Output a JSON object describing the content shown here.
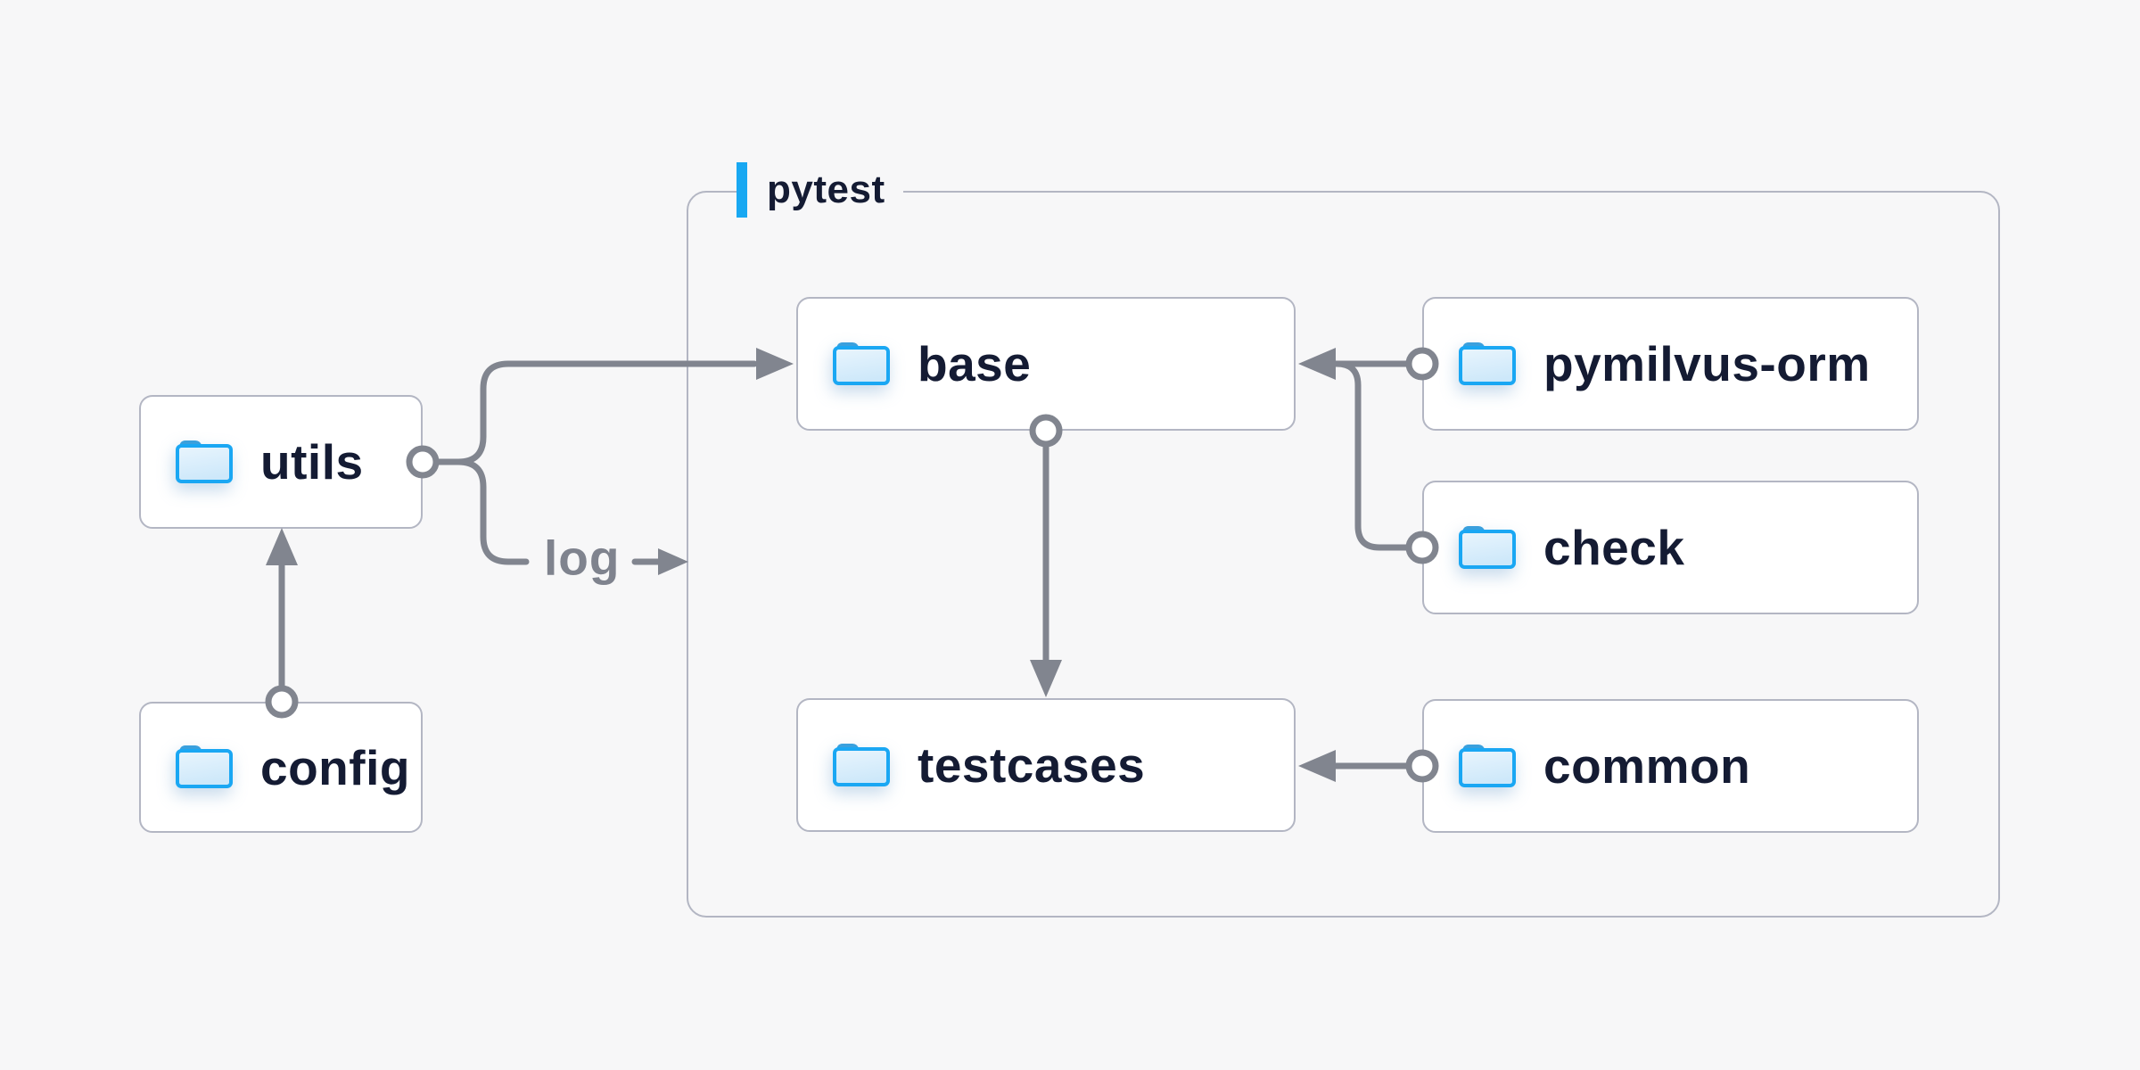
{
  "diagram": {
    "background": "#f7f7f8",
    "group": {
      "label": "pytest",
      "accent_color": "#18a8f2"
    },
    "nodes": [
      {
        "id": "utils",
        "label": "utils",
        "icon": "folder-icon",
        "in_group": false
      },
      {
        "id": "config",
        "label": "config",
        "icon": "folder-icon",
        "in_group": false
      },
      {
        "id": "base",
        "label": "base",
        "icon": "folder-icon",
        "in_group": true
      },
      {
        "id": "testcases",
        "label": "testcases",
        "icon": "folder-icon",
        "in_group": true
      },
      {
        "id": "pymilvus-orm",
        "label": "pymilvus-orm",
        "icon": "folder-icon",
        "in_group": false
      },
      {
        "id": "check",
        "label": "check",
        "icon": "folder-icon",
        "in_group": false
      },
      {
        "id": "common",
        "label": "common",
        "icon": "folder-icon",
        "in_group": false
      }
    ],
    "edges": [
      {
        "from": "config",
        "to": "utils"
      },
      {
        "from": "utils",
        "to": "base"
      },
      {
        "from": "utils",
        "to": "log-label"
      },
      {
        "from": "pymilvus-orm",
        "to": "base"
      },
      {
        "from": "check",
        "to": "base"
      },
      {
        "from": "base",
        "to": "testcases"
      },
      {
        "from": "common",
        "to": "testcases"
      }
    ],
    "edge_label": "log",
    "colors": {
      "node_background": "#ffffff",
      "node_border": "#b3b6c3",
      "group_border": "#b3b6c3",
      "connector": "#81858f",
      "node_text": "#141b33",
      "edge_label_text": "#7f838e",
      "accent": "#18a8f2",
      "folder_outline": "#1aa7f3"
    }
  }
}
